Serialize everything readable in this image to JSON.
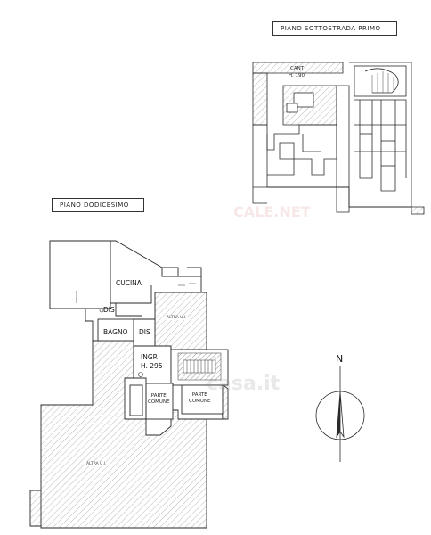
{
  "titles": {
    "basement": "PIANO  SOTTOSTRADA PRIMO",
    "twelfth": "PIANO  DODICESIMO"
  },
  "rooms": {
    "cucina": "CUCINA",
    "dis_1": "DIS",
    "bagno": "BAGNO",
    "dis_2": "DIS",
    "ingr": "INGR",
    "ingr_height": "H. 295",
    "cant": "CANT",
    "cant_height": "H. 190",
    "parte_comune_1": "PARTE\nCOMUNE",
    "parte_comune_2": "PARTE\nCOMUNE",
    "altra_ui_1": "ALTRA U.I.",
    "altra_ui_2": "ALTRA U.I."
  },
  "compass": {
    "north_label": "N"
  },
  "watermarks": {
    "top": "CALE.NET",
    "mid": "casa.it"
  },
  "colors": {
    "line": "#2a2a2a",
    "hatch": "#8a8a8a",
    "watermark": "#c04040"
  }
}
